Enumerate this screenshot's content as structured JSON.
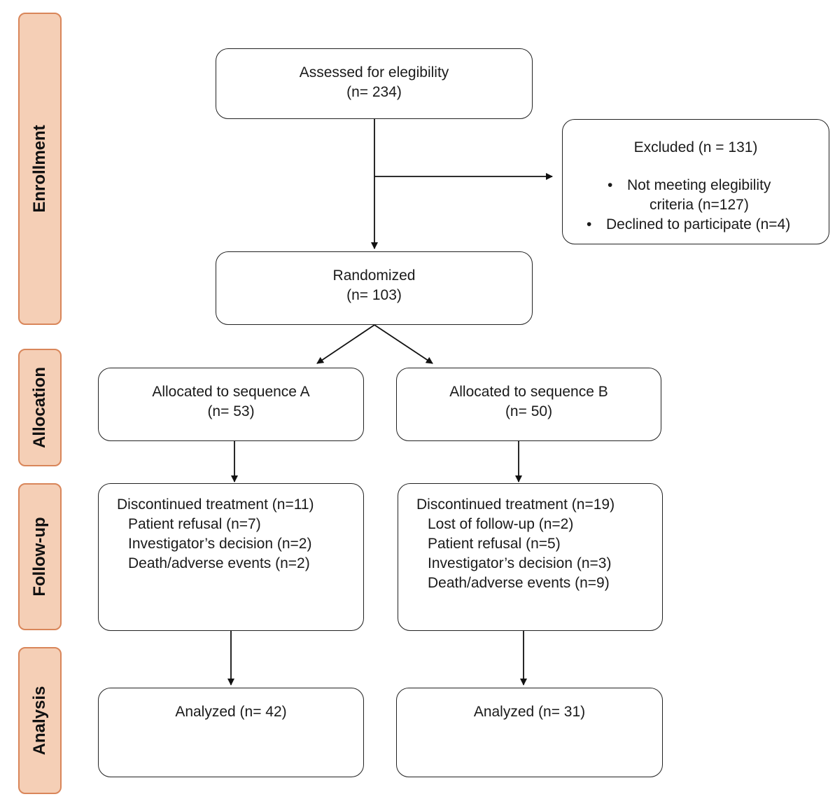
{
  "stages": [
    "Enrollment",
    "Allocation",
    "Follow-up",
    "Analysis"
  ],
  "assessed": {
    "label": "Assessed for elegibility",
    "count": "(n=  234)"
  },
  "excluded": {
    "title": "Excluded (n = 131)",
    "reasons": [
      {
        "line1": "Not meeting elegibility",
        "line2": "criteria (n=127)"
      },
      {
        "line1": "Declined to participate (n=4)"
      }
    ]
  },
  "randomized": {
    "label": "Randomized",
    "count": "(n= 103)"
  },
  "arm_a": {
    "allocated": {
      "label": "Allocated to sequence  A",
      "count": "(n= 53)"
    },
    "followup": {
      "title": "Discontinued treatment  (n=11)",
      "items": [
        "Patient refusal  (n=7)",
        "Investigator’s decision (n=2)",
        "Death/adverse  events  (n=2)"
      ]
    },
    "analysis": "Analyzed (n= 42)"
  },
  "arm_b": {
    "allocated": {
      "label": "Allocated to sequence  B",
      "count": "(n= 50)"
    },
    "followup": {
      "title": "Discontinued treatment  (n=19)",
      "items": [
        "Lost of follow-up  (n=2)",
        "Patient refusal  (n=5)",
        "Investigator’s  decision  (n=3)",
        "Death/adverse  events  (n=9)"
      ]
    },
    "analysis": "Analyzed (n= 31)"
  },
  "colors": {
    "stage_fill": "#f5cfb6",
    "stage_border": "#d9865a",
    "line": "#111111"
  }
}
